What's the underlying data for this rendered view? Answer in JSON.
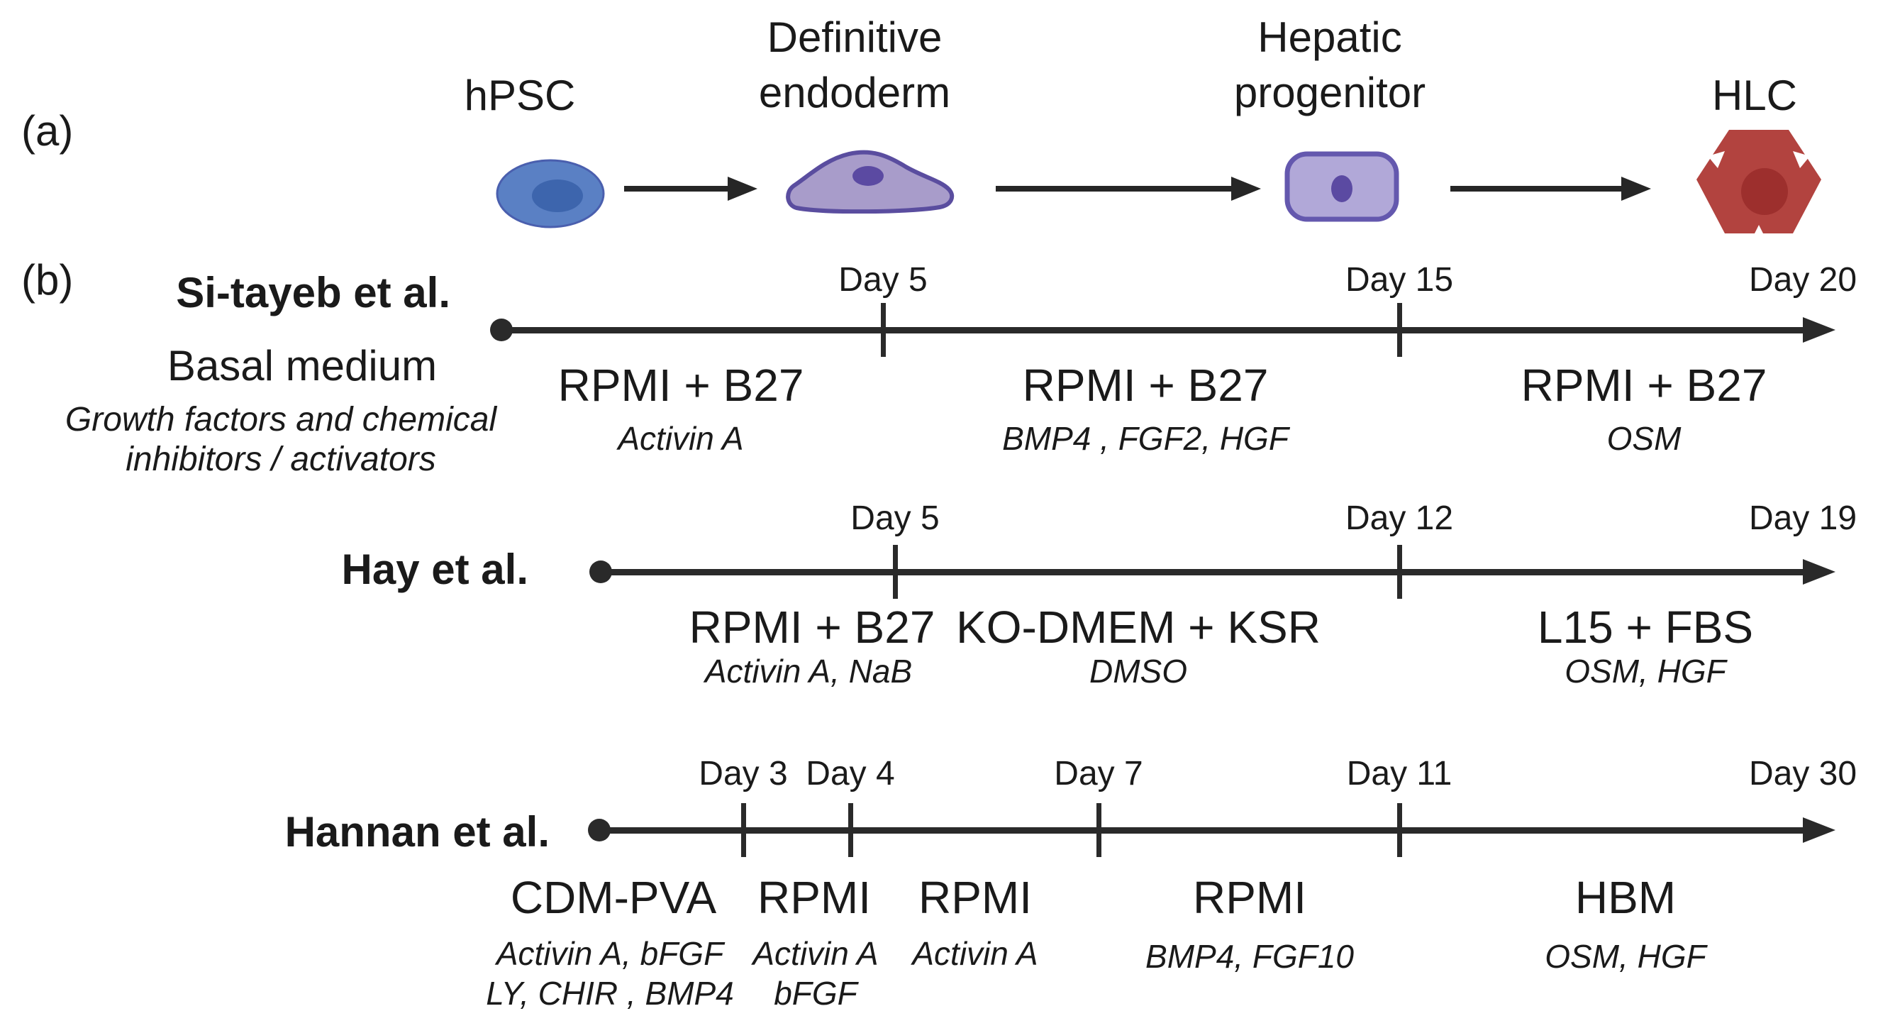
{
  "colors": {
    "text": "#1a1a1a",
    "timeline_line": "#2a2a2a",
    "hpsc_body": "#5a80c4",
    "hpsc_outline": "#4a5fae",
    "hpsc_nucleus": "#3d65ad",
    "endoderm_body": "#a89cca",
    "endoderm_outline": "#5a4d9f",
    "progenitor_body": "#b1a8d8",
    "progenitor_outline": "#6458ae",
    "purple_nucleus": "#5b4aa2",
    "hlc_body": "#b2433f",
    "hlc_nucleus": "#9d2f2d"
  },
  "panel_a": {
    "label": "(a)",
    "stages": [
      {
        "line1": "hPSC"
      },
      {
        "line1": "Definitive",
        "line2": "endoderm"
      },
      {
        "line1": "Hepatic",
        "line2": "progenitor"
      },
      {
        "line1": "HLC"
      }
    ]
  },
  "panel_b": {
    "label": "(b)",
    "legend": {
      "basal_medium": "Basal medium",
      "factors_line1": "Growth factors and chemical",
      "factors_line2": "inhibitors / activators"
    },
    "timelines": [
      {
        "author": "Si-tayeb et al.",
        "ticks": [
          {
            "label": "Day 5"
          },
          {
            "label": "Day 15"
          }
        ],
        "end_label": "Day 20",
        "segments": [
          {
            "medium": "RPMI + B27",
            "factors": [
              "Activin A"
            ]
          },
          {
            "medium": "RPMI + B27",
            "factors": [
              "BMP4 , FGF2, HGF"
            ]
          },
          {
            "medium": "RPMI + B27",
            "factors": [
              "OSM"
            ]
          }
        ]
      },
      {
        "author": "Hay et al.",
        "ticks": [
          {
            "label": "Day 5"
          },
          {
            "label": "Day 12"
          }
        ],
        "end_label": "Day 19",
        "segments": [
          {
            "medium": "RPMI + B27",
            "factors": [
              "Activin A, NaB"
            ]
          },
          {
            "medium": "KO-DMEM + KSR",
            "factors": [
              "DMSO"
            ]
          },
          {
            "medium": "L15 + FBS",
            "factors": [
              "OSM, HGF"
            ]
          }
        ]
      },
      {
        "author": "Hannan et al.",
        "ticks": [
          {
            "label": "Day 3"
          },
          {
            "label": "Day 4"
          },
          {
            "label": "Day 7"
          },
          {
            "label": "Day 11"
          }
        ],
        "end_label": "Day 30",
        "segments": [
          {
            "medium": "CDM-PVA",
            "factors": [
              "Activin A, bFGF",
              "LY, CHIR , BMP4"
            ]
          },
          {
            "medium": "RPMI",
            "factors": [
              "Activin A",
              "bFGF"
            ]
          },
          {
            "medium": "RPMI",
            "factors": [
              "Activin A"
            ]
          },
          {
            "medium": "RPMI",
            "factors": [
              "BMP4, FGF10"
            ]
          },
          {
            "medium": "HBM",
            "factors": [
              "OSM, HGF"
            ]
          }
        ]
      }
    ]
  }
}
